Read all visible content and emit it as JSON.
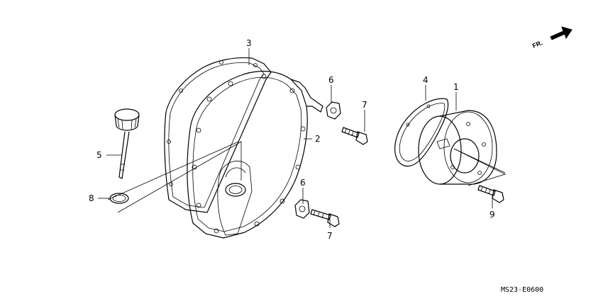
{
  "labels": {
    "p1": "1",
    "p2": "2",
    "p3": "3",
    "p4": "4",
    "p5": "5",
    "p6a": "6",
    "p6b": "6",
    "p7a": "7",
    "p7b": "7",
    "p8": "8",
    "p9": "9"
  },
  "direction_label": "FR.",
  "diagram_code": "MS23-E0600"
}
